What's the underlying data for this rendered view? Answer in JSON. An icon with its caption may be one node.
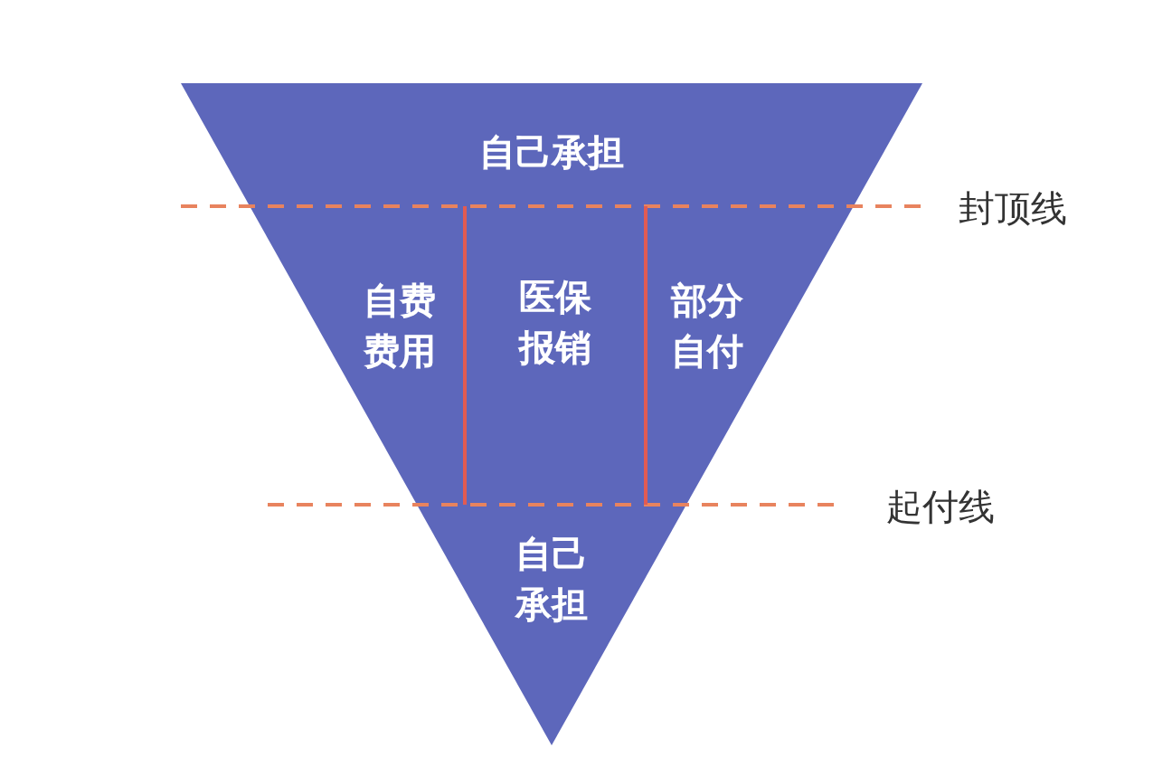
{
  "diagram": {
    "nodes": [
      {
        "text": [
          "自己承担"
        ]
      },
      {
        "text": [
          "自费费用"
        ]
      },
      {
        "text": [
          "医保报销"
        ]
      },
      {
        "text": [
          "部分自付"
        ]
      },
      {
        "text": [
          "自己承担"
        ]
      }
    ],
    "labels": [
      "封顶线",
      "起付线"
    ]
  }
}
